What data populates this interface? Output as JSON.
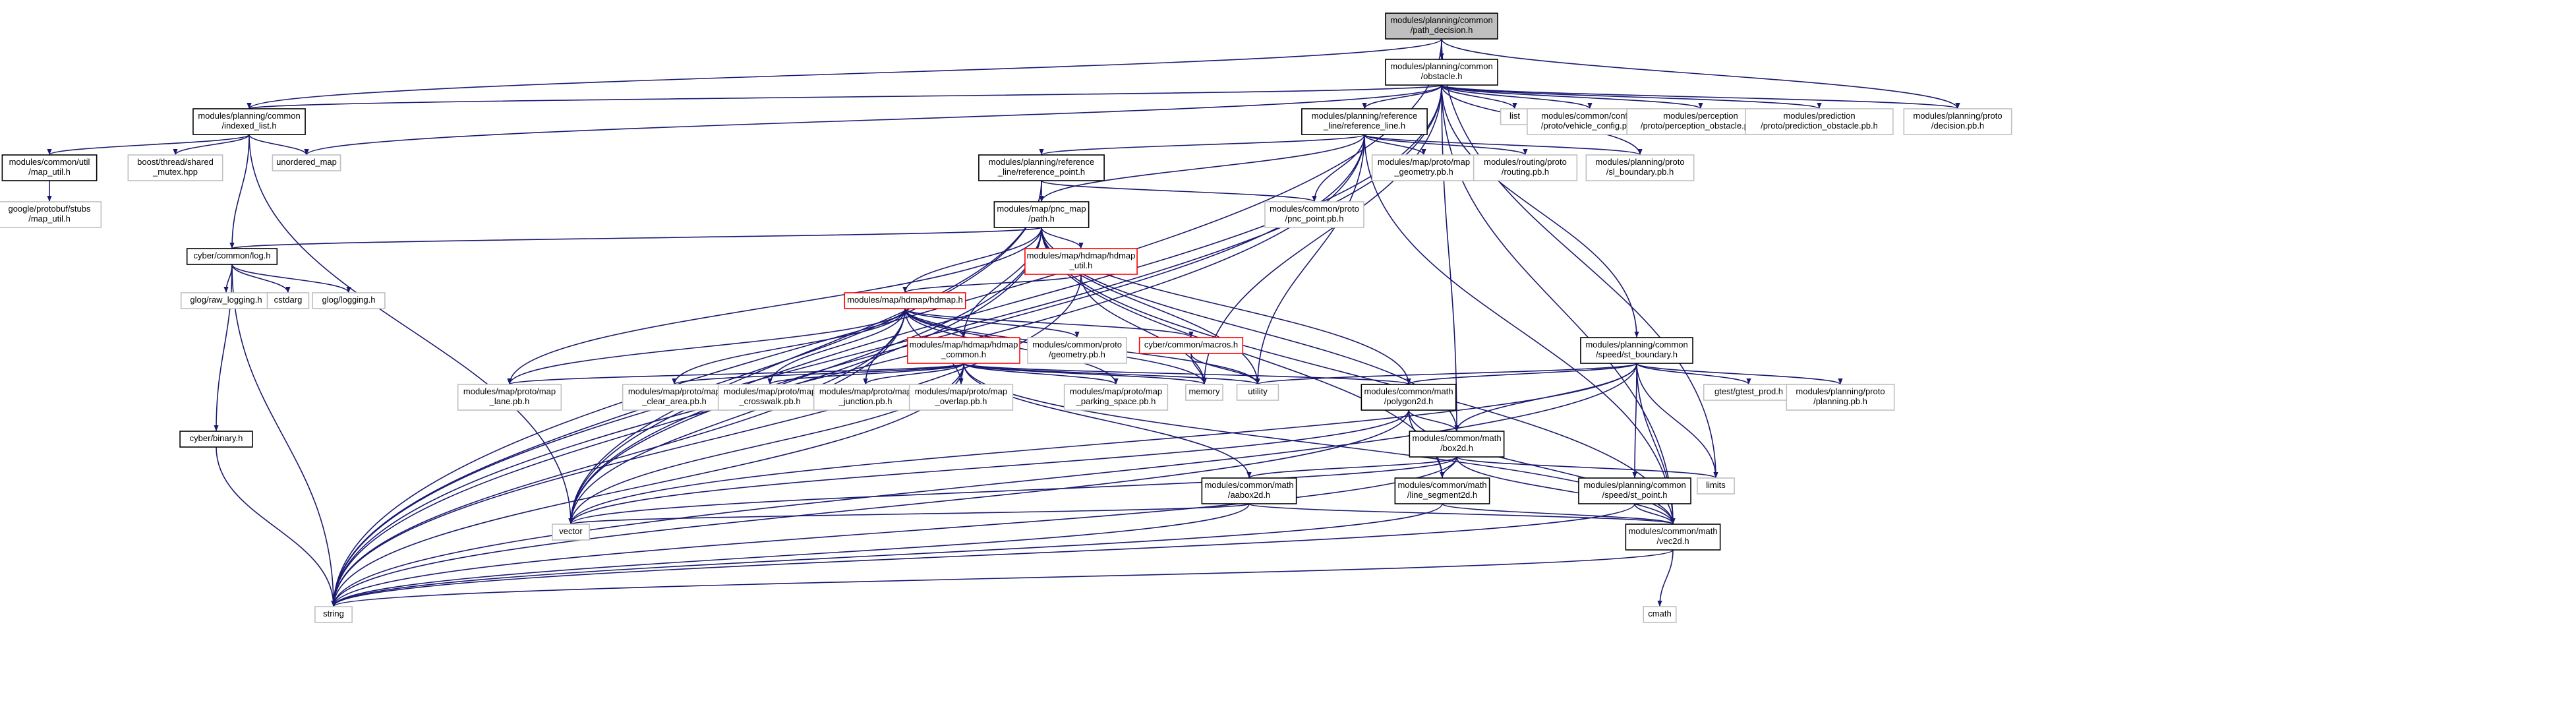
{
  "diagram": {
    "kind": "include-dependency-graph",
    "colors": {
      "edge": "#191970",
      "root_fill": "#bfbfbf",
      "documented_border": "#000000",
      "undocumented_border": "#bfbfbf",
      "incomplete_border": "#ff0000",
      "text": "#000000"
    },
    "nodes": [
      {
        "id": "root",
        "kind": "root",
        "lines": [
          "modules/planning/common",
          "/path_decision.h"
        ]
      },
      {
        "id": "obstacle",
        "kind": "documented",
        "lines": [
          "modules/planning/common",
          "/obstacle.h"
        ]
      },
      {
        "id": "indexed_list",
        "kind": "documented",
        "lines": [
          "modules/planning/common",
          "/indexed_list.h"
        ]
      },
      {
        "id": "map_util",
        "kind": "documented",
        "lines": [
          "modules/common/util",
          "/map_util.h"
        ]
      },
      {
        "id": "boost_mutex",
        "kind": "external",
        "lines": [
          "boost/thread/shared",
          "_mutex.hpp"
        ]
      },
      {
        "id": "unordered_map",
        "kind": "external",
        "lines": [
          "unordered_map"
        ]
      },
      {
        "id": "protobuf_map_util",
        "kind": "external",
        "lines": [
          "google/protobuf/stubs",
          "/map_util.h"
        ]
      },
      {
        "id": "reference_line",
        "kind": "documented",
        "lines": [
          "modules/planning/reference",
          "_line/reference_line.h"
        ]
      },
      {
        "id": "list",
        "kind": "external",
        "lines": [
          "list"
        ]
      },
      {
        "id": "vehicle_config",
        "kind": "external",
        "lines": [
          "modules/common/configs",
          "/proto/vehicle_config.pb.h"
        ]
      },
      {
        "id": "perception_obstacle",
        "kind": "external",
        "lines": [
          "modules/perception",
          "/proto/perception_obstacle.pb.h"
        ]
      },
      {
        "id": "prediction_obstacle",
        "kind": "external",
        "lines": [
          "modules/prediction",
          "/proto/prediction_obstacle.pb.h"
        ]
      },
      {
        "id": "decision_pb",
        "kind": "external",
        "lines": [
          "modules/planning/proto",
          "/decision.pb.h"
        ]
      },
      {
        "id": "map_geometry",
        "kind": "external",
        "lines": [
          "modules/map/proto/map",
          "_geometry.pb.h"
        ]
      },
      {
        "id": "routing_pb",
        "kind": "external",
        "lines": [
          "modules/routing/proto",
          "/routing.pb.h"
        ]
      },
      {
        "id": "sl_boundary",
        "kind": "external",
        "lines": [
          "modules/planning/proto",
          "/sl_boundary.pb.h"
        ]
      },
      {
        "id": "reference_point",
        "kind": "documented",
        "lines": [
          "modules/planning/reference",
          "_line/reference_point.h"
        ]
      },
      {
        "id": "pnc_point",
        "kind": "external",
        "lines": [
          "modules/common/proto",
          "/pnc_point.pb.h"
        ]
      },
      {
        "id": "path",
        "kind": "documented",
        "lines": [
          "modules/map/pnc_map",
          "/path.h"
        ]
      },
      {
        "id": "log",
        "kind": "documented",
        "lines": [
          "cyber/common/log.h"
        ]
      },
      {
        "id": "raw_logging",
        "kind": "external",
        "lines": [
          "glog/raw_logging.h"
        ]
      },
      {
        "id": "cstdarg",
        "kind": "external",
        "lines": [
          "cstdarg"
        ]
      },
      {
        "id": "glog_logging",
        "kind": "external",
        "lines": [
          "glog/logging.h"
        ]
      },
      {
        "id": "hdmap_util",
        "kind": "incomplete",
        "lines": [
          "modules/map/hdmap/hdmap",
          "_util.h"
        ]
      },
      {
        "id": "hdmap",
        "kind": "incomplete",
        "lines": [
          "modules/map/hdmap/hdmap.h"
        ]
      },
      {
        "id": "hdmap_common",
        "kind": "incomplete",
        "lines": [
          "modules/map/hdmap/hdmap",
          "_common.h"
        ]
      },
      {
        "id": "geometry_pb",
        "kind": "external",
        "lines": [
          "modules/common/proto",
          "/geometry.pb.h"
        ]
      },
      {
        "id": "macros",
        "kind": "incomplete",
        "lines": [
          "cyber/common/macros.h"
        ]
      },
      {
        "id": "lane_pb",
        "kind": "external",
        "lines": [
          "modules/map/proto/map",
          "_lane.pb.h"
        ]
      },
      {
        "id": "clear_area",
        "kind": "external",
        "lines": [
          "modules/map/proto/map",
          "_clear_area.pb.h"
        ]
      },
      {
        "id": "crosswalk",
        "kind": "external",
        "lines": [
          "modules/map/proto/map",
          "_crosswalk.pb.h"
        ]
      },
      {
        "id": "junction",
        "kind": "external",
        "lines": [
          "modules/map/proto/map",
          "_junction.pb.h"
        ]
      },
      {
        "id": "overlap",
        "kind": "external",
        "lines": [
          "modules/map/proto/map",
          "_overlap.pb.h"
        ]
      },
      {
        "id": "parking_space",
        "kind": "external",
        "lines": [
          "modules/map/proto/map",
          "_parking_space.pb.h"
        ]
      },
      {
        "id": "memory",
        "kind": "external",
        "lines": [
          "memory"
        ]
      },
      {
        "id": "utility",
        "kind": "external",
        "lines": [
          "utility"
        ]
      },
      {
        "id": "polygon2d",
        "kind": "documented",
        "lines": [
          "modules/common/math",
          "/polygon2d.h"
        ]
      },
      {
        "id": "box2d",
        "kind": "documented",
        "lines": [
          "modules/common/math",
          "/box2d.h"
        ]
      },
      {
        "id": "aabox2d",
        "kind": "documented",
        "lines": [
          "modules/common/math",
          "/aabox2d.h"
        ]
      },
      {
        "id": "line_segment2d",
        "kind": "documented",
        "lines": [
          "modules/common/math",
          "/line_segment2d.h"
        ]
      },
      {
        "id": "speed_boundary",
        "kind": "documented",
        "lines": [
          "modules/planning/common",
          "/speed/st_boundary.h"
        ]
      },
      {
        "id": "gtest_prod",
        "kind": "external",
        "lines": [
          "gtest/gtest_prod.h"
        ]
      },
      {
        "id": "planning_pb",
        "kind": "external",
        "lines": [
          "modules/planning/proto",
          "/planning.pb.h"
        ]
      },
      {
        "id": "st_point",
        "kind": "documented",
        "lines": [
          "modules/planning/common",
          "/speed/st_point.h"
        ]
      },
      {
        "id": "limits",
        "kind": "external",
        "lines": [
          "limits"
        ]
      },
      {
        "id": "binary",
        "kind": "documented",
        "lines": [
          "cyber/binary.h"
        ]
      },
      {
        "id": "vector",
        "kind": "external",
        "lines": [
          "vector"
        ]
      },
      {
        "id": "vec2d",
        "kind": "documented",
        "lines": [
          "modules/common/math",
          "/vec2d.h"
        ]
      },
      {
        "id": "string",
        "kind": "external",
        "lines": [
          "string"
        ]
      },
      {
        "id": "cmath",
        "kind": "external",
        "lines": [
          "cmath"
        ]
      }
    ],
    "edges": [
      [
        "root",
        "obstacle"
      ],
      [
        "root",
        "indexed_list"
      ],
      [
        "root",
        "decision_pb"
      ],
      [
        "root",
        "limits"
      ],
      [
        "root",
        "string"
      ],
      [
        "obstacle",
        "indexed_list"
      ],
      [
        "obstacle",
        "unordered_map"
      ],
      [
        "obstacle",
        "reference_line"
      ],
      [
        "obstacle",
        "list"
      ],
      [
        "obstacle",
        "vehicle_config"
      ],
      [
        "obstacle",
        "perception_obstacle"
      ],
      [
        "obstacle",
        "prediction_obstacle"
      ],
      [
        "obstacle",
        "decision_pb"
      ],
      [
        "obstacle",
        "sl_boundary"
      ],
      [
        "obstacle",
        "speed_boundary"
      ],
      [
        "obstacle",
        "box2d"
      ],
      [
        "obstacle",
        "vec2d"
      ],
      [
        "obstacle",
        "memory"
      ],
      [
        "obstacle",
        "string"
      ],
      [
        "obstacle",
        "vector"
      ],
      [
        "indexed_list",
        "map_util"
      ],
      [
        "indexed_list",
        "boost_mutex"
      ],
      [
        "indexed_list",
        "unordered_map"
      ],
      [
        "indexed_list",
        "log"
      ],
      [
        "indexed_list",
        "vector"
      ],
      [
        "map_util",
        "protobuf_map_util"
      ],
      [
        "reference_line",
        "reference_point"
      ],
      [
        "reference_line",
        "path"
      ],
      [
        "reference_line",
        "map_geometry"
      ],
      [
        "reference_line",
        "routing_pb"
      ],
      [
        "reference_line",
        "sl_boundary"
      ],
      [
        "reference_line",
        "pnc_point"
      ],
      [
        "reference_line",
        "vec2d"
      ],
      [
        "reference_line",
        "utility"
      ],
      [
        "reference_line",
        "string"
      ],
      [
        "reference_line",
        "vector"
      ],
      [
        "reference_point",
        "path"
      ],
      [
        "reference_point",
        "pnc_point"
      ],
      [
        "reference_point",
        "string"
      ],
      [
        "reference_point",
        "vector"
      ],
      [
        "path",
        "log"
      ],
      [
        "path",
        "hdmap_util"
      ],
      [
        "path",
        "hdmap"
      ],
      [
        "path",
        "hdmap_common"
      ],
      [
        "path",
        "lane_pb"
      ],
      [
        "path",
        "box2d"
      ],
      [
        "path",
        "polygon2d"
      ],
      [
        "path",
        "line_segment2d"
      ],
      [
        "path",
        "vec2d"
      ],
      [
        "path",
        "utility"
      ],
      [
        "path",
        "string"
      ],
      [
        "path",
        "vector"
      ],
      [
        "log",
        "raw_logging"
      ],
      [
        "log",
        "cstdarg"
      ],
      [
        "log",
        "glog_logging"
      ],
      [
        "log",
        "binary"
      ],
      [
        "log",
        "string"
      ],
      [
        "binary",
        "string"
      ],
      [
        "hdmap_util",
        "hdmap"
      ],
      [
        "hdmap_util",
        "memory"
      ],
      [
        "hdmap_util",
        "string"
      ],
      [
        "hdmap",
        "hdmap_common"
      ],
      [
        "hdmap",
        "geometry_pb"
      ],
      [
        "hdmap",
        "macros"
      ],
      [
        "hdmap",
        "lane_pb"
      ],
      [
        "hdmap",
        "clear_area"
      ],
      [
        "hdmap",
        "crosswalk"
      ],
      [
        "hdmap",
        "junction"
      ],
      [
        "hdmap",
        "overlap"
      ],
      [
        "hdmap",
        "parking_space"
      ],
      [
        "hdmap",
        "memory"
      ],
      [
        "hdmap",
        "utility"
      ],
      [
        "hdmap",
        "string"
      ],
      [
        "hdmap",
        "vector"
      ],
      [
        "hdmap_common",
        "lane_pb"
      ],
      [
        "hdmap_common",
        "clear_area"
      ],
      [
        "hdmap_common",
        "crosswalk"
      ],
      [
        "hdmap_common",
        "junction"
      ],
      [
        "hdmap_common",
        "overlap"
      ],
      [
        "hdmap_common",
        "parking_space"
      ],
      [
        "hdmap_common",
        "memory"
      ],
      [
        "hdmap_common",
        "utility"
      ],
      [
        "hdmap_common",
        "polygon2d"
      ],
      [
        "hdmap_common",
        "aabox2d"
      ],
      [
        "hdmap_common",
        "vec2d"
      ],
      [
        "hdmap_common",
        "string"
      ],
      [
        "hdmap_common",
        "vector"
      ],
      [
        "macros",
        "memory"
      ],
      [
        "macros",
        "utility"
      ],
      [
        "polygon2d",
        "box2d"
      ],
      [
        "polygon2d",
        "line_segment2d"
      ],
      [
        "polygon2d",
        "vec2d"
      ],
      [
        "polygon2d",
        "string"
      ],
      [
        "polygon2d",
        "vector"
      ],
      [
        "box2d",
        "aabox2d"
      ],
      [
        "box2d",
        "line_segment2d"
      ],
      [
        "box2d",
        "vec2d"
      ],
      [
        "box2d",
        "limits"
      ],
      [
        "box2d",
        "string"
      ],
      [
        "box2d",
        "vector"
      ],
      [
        "aabox2d",
        "vec2d"
      ],
      [
        "aabox2d",
        "string"
      ],
      [
        "aabox2d",
        "vector"
      ],
      [
        "line_segment2d",
        "vec2d"
      ],
      [
        "line_segment2d",
        "string"
      ],
      [
        "speed_boundary",
        "gtest_prod"
      ],
      [
        "speed_boundary",
        "planning_pb"
      ],
      [
        "speed_boundary",
        "st_point"
      ],
      [
        "speed_boundary",
        "box2d"
      ],
      [
        "speed_boundary",
        "polygon2d"
      ],
      [
        "speed_boundary",
        "vec2d"
      ],
      [
        "speed_boundary",
        "limits"
      ],
      [
        "speed_boundary",
        "utility"
      ],
      [
        "speed_boundary",
        "string"
      ],
      [
        "speed_boundary",
        "vector"
      ],
      [
        "st_point",
        "vec2d"
      ],
      [
        "st_point",
        "string"
      ],
      [
        "vec2d",
        "cmath"
      ],
      [
        "vec2d",
        "string"
      ]
    ]
  }
}
